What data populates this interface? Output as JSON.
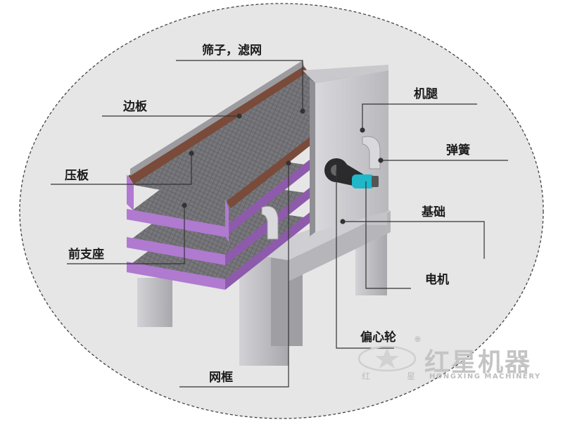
{
  "labels": {
    "screen_filter": "筛子，滤网",
    "side_plate": "边板",
    "pressing_plate": "压板",
    "front_support": "前支座",
    "mesh_frame": "网框",
    "machine_leg": "机腿",
    "spring": "弹簧",
    "foundation": "基础",
    "motor": "电机",
    "eccentric_wheel": "偏心轮"
  },
  "brand": {
    "name": "红星机器",
    "small_left": "红",
    "small_right": "星",
    "english": "HONGXING MACHINERY",
    "registered": "®"
  },
  "colors": {
    "background": "#ffffff",
    "ellipse_fill": "#e6e6e6",
    "machine_body": "#a9a9ad",
    "purple_accent": "#b07ad0",
    "teal_motor": "#1fb7c9",
    "rail_brown": "#7a4b3a",
    "brand_gray": "#c4c4c4"
  }
}
